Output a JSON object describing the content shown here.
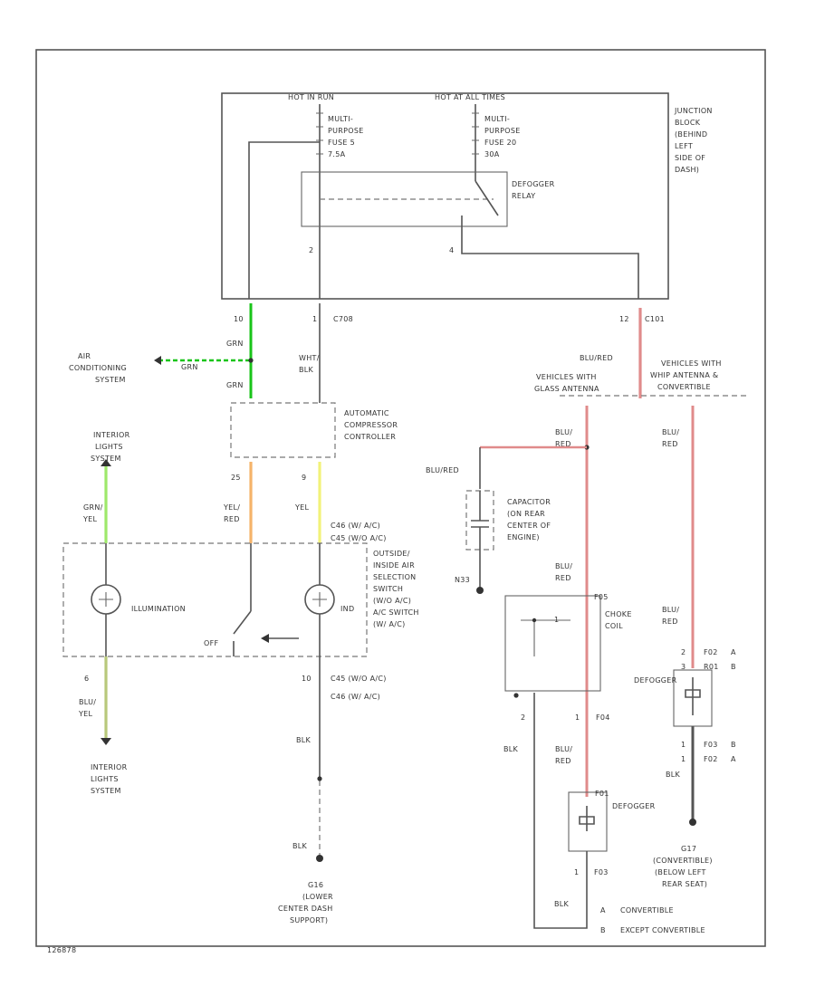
{
  "junction_block": {
    "label_lines": [
      "JUNCTION",
      "BLOCK",
      "(BEHIND",
      "LEFT",
      "SIDE OF",
      "DASH)"
    ],
    "hot_in_run": "HOT IN RUN",
    "hot_at_all_times": "HOT AT ALL TIMES",
    "fuse5_lines": [
      "MULTI-",
      "PURPOSE",
      "FUSE 5",
      "7.5A"
    ],
    "fuse20_lines": [
      "MULTI-",
      "PURPOSE",
      "FUSE 20",
      "30A"
    ],
    "relay_lines": [
      "DEFOGGER",
      "RELAY"
    ],
    "pin_2": "2",
    "pin_4": "4"
  },
  "connectors": {
    "c708_pin": "1",
    "c708_label": "C708",
    "c101_pin": "12",
    "c101_label": "C101",
    "left_pin": "10"
  },
  "wires": {
    "grn_top": "GRN",
    "grn_branch": "GRN",
    "grn_bottom": "GRN",
    "wht_blk": [
      "WHT/",
      "BLK"
    ],
    "grn_yel": [
      "GRN/",
      "YEL"
    ],
    "yel_red": [
      "YEL/",
      "RED"
    ],
    "yel": "YEL",
    "blu_yel": [
      "BLU/",
      "YEL"
    ],
    "blk_main": "BLK",
    "blk_ground": "BLK",
    "blu_red_1": "BLU/RED",
    "blu_red_2": [
      "BLU/",
      "RED"
    ],
    "blu_red_cap": "BLU/RED",
    "blu_red_3": [
      "BLU/",
      "RED"
    ],
    "blu_red_4": [
      "BLU/",
      "RED"
    ],
    "blu_red_5": [
      "BLU/",
      "RED"
    ],
    "blu_red_6": [
      "BLU/",
      "RED"
    ],
    "blk_choke": "BLK",
    "blk_defog2": "BLK",
    "blk_bottom": "BLK"
  },
  "labels": {
    "air_conditioning": [
      "AIR",
      "CONDITIONING",
      "SYSTEM"
    ],
    "interior_top": [
      "INTERIOR",
      "LIGHTS",
      "SYSTEM"
    ],
    "interior_bottom": [
      "INTERIOR",
      "LIGHTS",
      "SYSTEM"
    ],
    "auto_comp": [
      "AUTOMATIC",
      "COMPRESSOR",
      "CONTROLLER"
    ],
    "veh_with_glass": [
      "VEHICLES WITH",
      "GLASS ANTENNA"
    ],
    "veh_with_whip": [
      "VEHICLES WITH",
      "WHIP ANTENNA &",
      "CONVERTIBLE"
    ],
    "capacitor": [
      "CAPACITOR",
      "(ON REAR",
      "CENTER OF",
      "ENGINE)"
    ],
    "choke_coil": [
      "CHOKE",
      "COIL"
    ],
    "defogger_right": "DEFOGGER",
    "defogger_center": "DEFOGGER",
    "illumination": "ILLUMINATION",
    "ind": "IND",
    "off": "OFF",
    "switch_desc": [
      "OUTSIDE/",
      "INSIDE AIR",
      "SELECTION",
      "SWITCH",
      "(W/O A/C)",
      "A/C SWITCH",
      "(W/ A/C)"
    ],
    "c46_top_a": "C46   (W/ A/C)",
    "c46_top_b": "C45   (W/O A/C)",
    "c46_bot_a": "C45   (W/O A/C)",
    "c46_bot_b": "C46   (W/ A/C)",
    "pin_25": "25",
    "pin_9_top": "9",
    "pin_6": "6",
    "pin_10_sw": "10",
    "g_left": [
      "G16",
      "(LOWER",
      "CENTER DASH",
      "SUPPORT)"
    ],
    "g_right": [
      "G17",
      "(CONVERTIBLE)",
      "(BELOW LEFT",
      "REAR SEAT)"
    ],
    "n33": "N33",
    "f_pin_2": "2",
    "f_pin_1": "1",
    "f04": "F04",
    "f03": "F03",
    "f_defog_pin": "F01",
    "r_pins_top": [
      "F02",
      "R01"
    ],
    "r_pins_top_nums": [
      "2",
      "3"
    ],
    "r_pins_top_letters": [
      "A",
      "B"
    ],
    "r_pins_bot": [
      "F03",
      "F02"
    ],
    "r_pins_bot_nums": [
      "1",
      "1"
    ],
    "r_pins_bot_letters": [
      "B",
      "A"
    ],
    "choke_pin": "F05",
    "legend_a_key": "A",
    "legend_a": "CONVERTIBLE",
    "legend_b_key": "B",
    "legend_b": "EXCEPT CONVERTIBLE",
    "footer_code": "126878"
  },
  "colors": {
    "grn": "#19c419",
    "grn_yel": "#9ee86a",
    "yel_red": "#f5b36a",
    "yel": "#f2f27a",
    "blu_yel": "#b8c87a",
    "blu_red": "#e08b8b",
    "frame": "#555555"
  }
}
